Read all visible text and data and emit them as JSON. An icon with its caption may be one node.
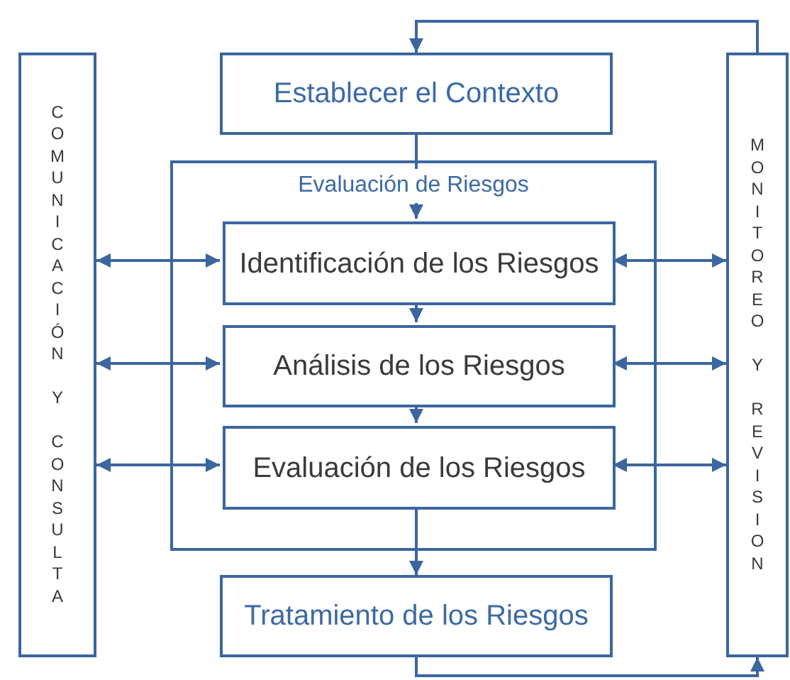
{
  "diagram": {
    "nodes": [
      {
        "text": [
          "COMUNICACIÓN Y CONSULTA"
        ]
      },
      {
        "text": [
          "Establecer el Contexto"
        ]
      },
      {
        "text": [
          "Evaluación de Riesgos"
        ]
      },
      {
        "text": [
          "Identificación de los Riesgos"
        ],
        "in": 2
      },
      {
        "text": [
          "Análisis de los Riesgos"
        ],
        "in": 2
      },
      {
        "text": [
          "Evaluación de los Riesgos"
        ],
        "in": 2
      },
      {
        "text": [
          "Tratamiento de los Riesgos"
        ]
      },
      {
        "text": [
          "MONITOREO Y REVISION"
        ]
      }
    ],
    "edges": [
      {
        "from": 1,
        "to": 3,
        "arrow": "to"
      },
      {
        "from": 3,
        "to": 4,
        "arrow": "to"
      },
      {
        "from": 4,
        "to": 5,
        "arrow": "to"
      },
      {
        "from": 5,
        "to": 6,
        "arrow": "to"
      },
      {
        "from": 6,
        "to": 7,
        "arrow": "to"
      },
      {
        "from": 7,
        "to": 1,
        "arrow": "to"
      },
      {
        "from": 0,
        "to": 3,
        "arrow": "both"
      },
      {
        "from": 0,
        "to": 4,
        "arrow": "both"
      },
      {
        "from": 0,
        "to": 5,
        "arrow": "both"
      },
      {
        "from": 3,
        "to": 7,
        "arrow": "both"
      },
      {
        "from": 4,
        "to": 7,
        "arrow": "both"
      },
      {
        "from": 5,
        "to": 7,
        "arrow": "both"
      }
    ]
  }
}
